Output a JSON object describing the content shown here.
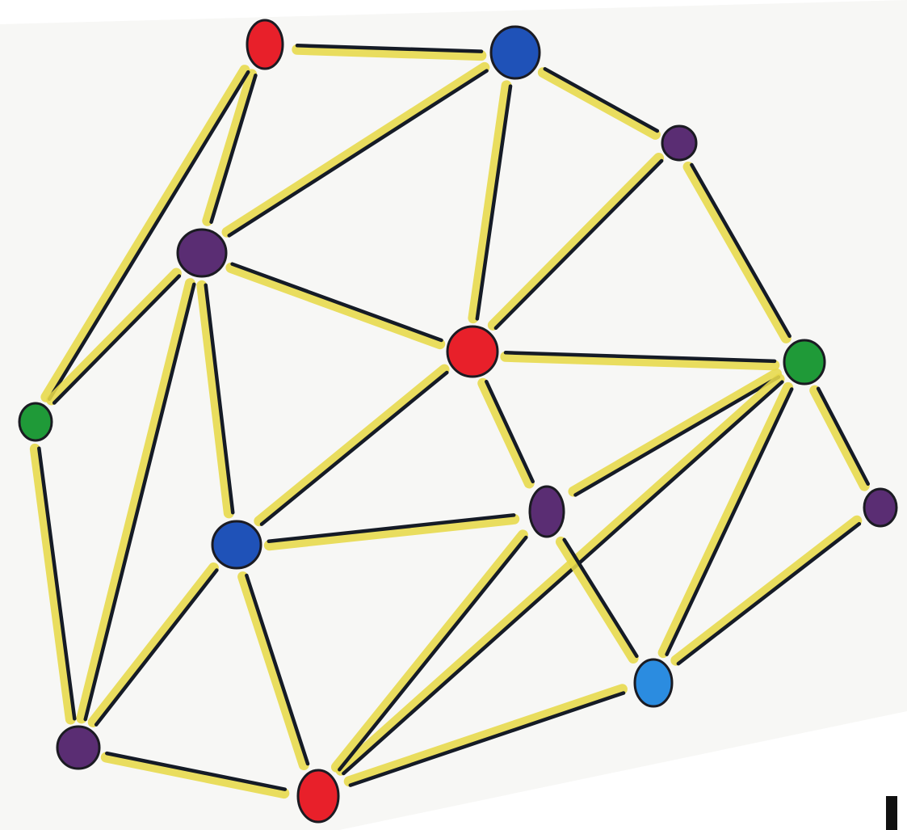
{
  "nodes": [
    {
      "id": "n1",
      "color": "#e8202a"
    },
    {
      "id": "n2",
      "color": "#1f52b8"
    },
    {
      "id": "n3",
      "color": "#5a2d73"
    },
    {
      "id": "n4",
      "color": "#5a2d73"
    },
    {
      "id": "n5",
      "color": "#e8202a"
    },
    {
      "id": "n6",
      "color": "#1f9a38"
    },
    {
      "id": "n7",
      "color": "#1f9a38"
    },
    {
      "id": "n8",
      "color": "#5a2d73"
    },
    {
      "id": "n9",
      "color": "#1f52b8"
    },
    {
      "id": "n10",
      "color": "#5a2d73"
    },
    {
      "id": "n11",
      "color": "#2b8ce0"
    },
    {
      "id": "n12",
      "color": "#5a2d73"
    },
    {
      "id": "n13",
      "color": "#e8202a"
    }
  ],
  "edges": [
    [
      "n1",
      "n2"
    ],
    [
      "n1",
      "n4"
    ],
    [
      "n1",
      "n6"
    ],
    [
      "n2",
      "n3"
    ],
    [
      "n2",
      "n4"
    ],
    [
      "n2",
      "n5"
    ],
    [
      "n3",
      "n5"
    ],
    [
      "n3",
      "n7"
    ],
    [
      "n4",
      "n5"
    ],
    [
      "n4",
      "n6"
    ],
    [
      "n4",
      "n9"
    ],
    [
      "n4",
      "n12"
    ],
    [
      "n5",
      "n7"
    ],
    [
      "n5",
      "n9"
    ],
    [
      "n5",
      "n10"
    ],
    [
      "n6",
      "n12"
    ],
    [
      "n7",
      "n10"
    ],
    [
      "n7",
      "n8"
    ],
    [
      "n7",
      "n11"
    ],
    [
      "n7",
      "n13"
    ],
    [
      "n8",
      "n11"
    ],
    [
      "n9",
      "n10"
    ],
    [
      "n9",
      "n12"
    ],
    [
      "n9",
      "n13"
    ],
    [
      "n10",
      "n11"
    ],
    [
      "n10",
      "n13"
    ],
    [
      "n11",
      "n13"
    ],
    [
      "n12",
      "n13"
    ]
  ]
}
